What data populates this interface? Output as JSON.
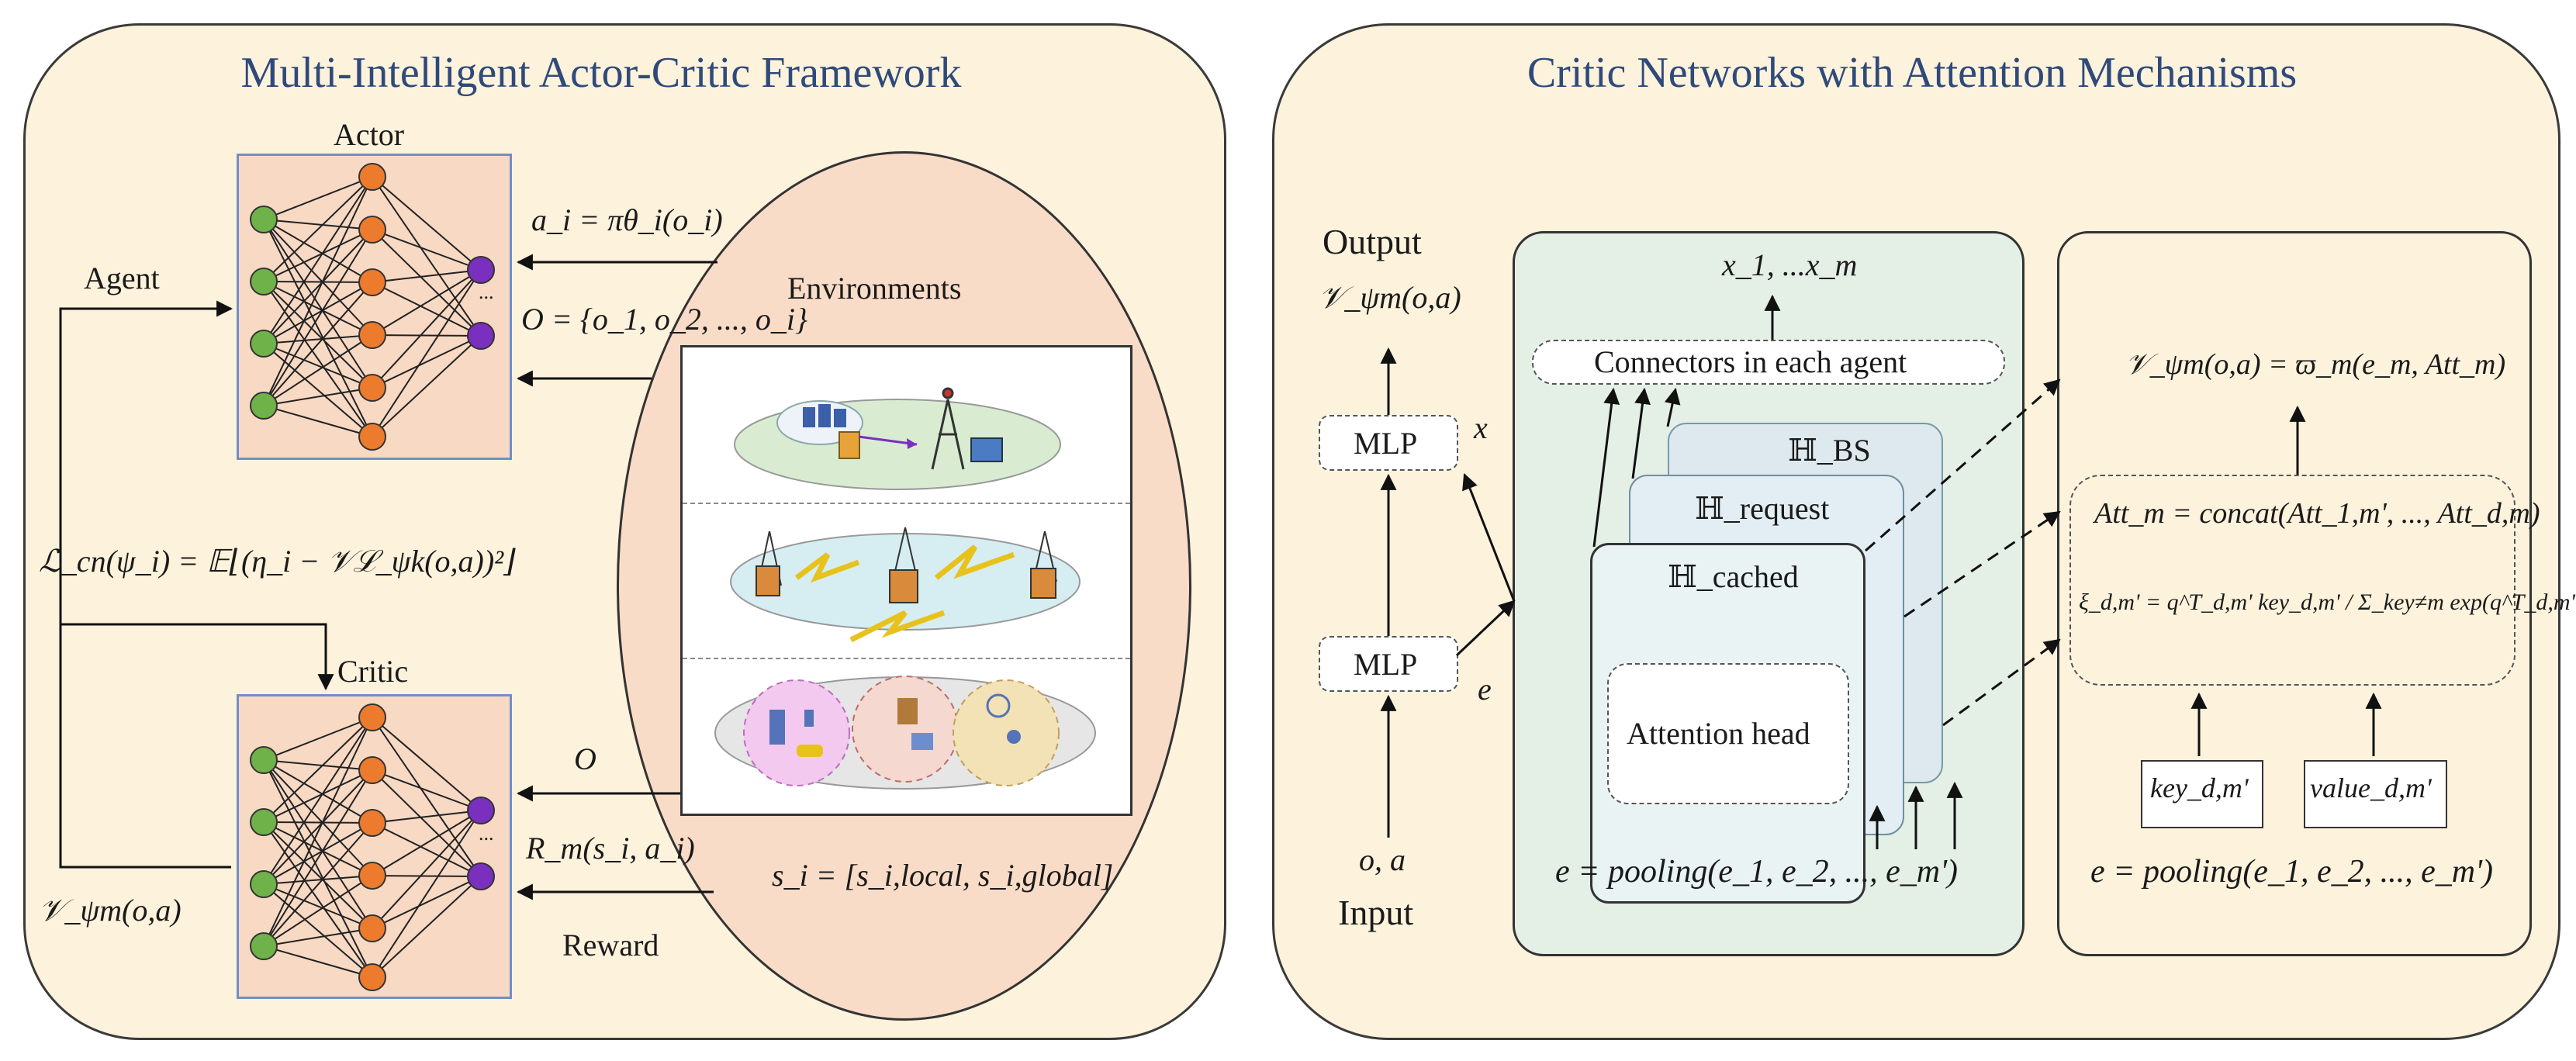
{
  "left_panel": {
    "title": "Multi-Intelligent Actor-Critic Framework",
    "actor_label": "Actor",
    "critic_label": "Critic",
    "agent_label": "Agent",
    "environments_label": "Environments",
    "reward_label": "Reward",
    "actor_policy": "a_i = πθ_i(o_i)",
    "observation_set": "O = {o_1, o_2, ..., o_i}",
    "critic_loss": "ℒ_cn(ψ_i) = 𝔼⌊(η_i − 𝒱ℒ_ψk(o,a))²⌋",
    "critic_value": "𝒱_ψm(o,a)",
    "observation": "O",
    "reward_fn": "R_m(s_i, a_i)",
    "state_def": "s_i = [s_i,local, s_i,global]",
    "ellipsis": "..."
  },
  "right_panel": {
    "title": "Critic Networks with Attention Mechanisms",
    "output_label": "Output",
    "output_value": "𝒱_ψm(o,a)",
    "input_label": "Input",
    "input_value": "o, a",
    "mlp_top": "MLP",
    "mlp_bottom": "MLP",
    "x_label": "x",
    "e_label": "e",
    "outputs_x": "x_1, ...x_m",
    "connectors": "Connectors in each agent",
    "h_bs": "ℍ_BS",
    "h_request": "ℍ_request",
    "h_cached": "ℍ_cached",
    "attention_head": "Attention head",
    "pooling_mid": "e = pooling(e_1, e_2, ..., e_m')",
    "value_formula": "𝒱_ψm(o,a) = ϖ_m(e_m, Att_m)",
    "att_formula": "Att_m = concat(Att_1,m', ..., Att_d,m)",
    "xi_formula": "ξ_d,m' = q^T_d,m' key_d,m' / Σ_key≠m exp(q^T_d,m' key_d,m)",
    "key_box": "key_d,m'",
    "value_box": "value_d,m'",
    "pooling_right": "e = pooling(e_1, e_2, ..., e_m')"
  },
  "colors": {
    "panel_bg": "#fdf2dc",
    "title_blue": "#2f4a7a",
    "net_bg": "#f7d9c4",
    "net_border": "#6f8fc9",
    "node_green": "#6fb24a",
    "node_orange": "#ec7b2e",
    "node_purple": "#7b2fbe",
    "attn_bg": "#e4efe6"
  }
}
